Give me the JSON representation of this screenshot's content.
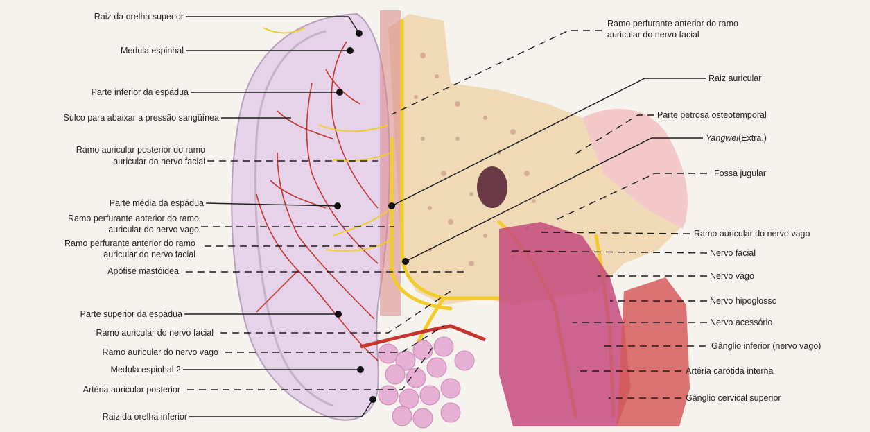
{
  "labels": {
    "left": [
      "Raiz da orelha superior",
      "Medula espinhal",
      "Parte inferior da espádua",
      "Sulco para abaixar a pressão sangüínea",
      "Ramo auricular posterior do ramo",
      "auricular do nervo facial",
      "Parte média da espádua",
      "Ramo perfurante anterior do ramo",
      "auricular do nervo vago",
      "Ramo perfurante anterior do ramo",
      "auricular do nervo facial",
      "Apófise mastóidea",
      "Parte superior da espádua",
      "Ramo auricular do nervo facial",
      "Ramo auricular do nervo vago",
      "Medula espinhal 2",
      "Artéria auricular posterior",
      "Raiz da orelha inferior"
    ],
    "right": [
      "Ramo perfurante anterior do ramo",
      "auricular do nervo facial",
      "Raiz auricular",
      "Parte petrosa osteotemporal",
      "Yangwei",
      " (Extra.)",
      "Fossa jugular",
      "Ramo auricular do nervo vago",
      "Nervo facial",
      "Nervo  vago",
      "Nervo hipoglosso",
      "Nervo acessório",
      "Gânglio inferior (nervo vago)",
      "Artéria carótida interna",
      "Gânglio cervical superior"
    ]
  },
  "colors": {
    "nerve": "#f2cc2a",
    "artery": "#c7352f",
    "muscle": "#c0487a",
    "bone": "#f0dcc0",
    "auricle": "#ead8ec"
  }
}
